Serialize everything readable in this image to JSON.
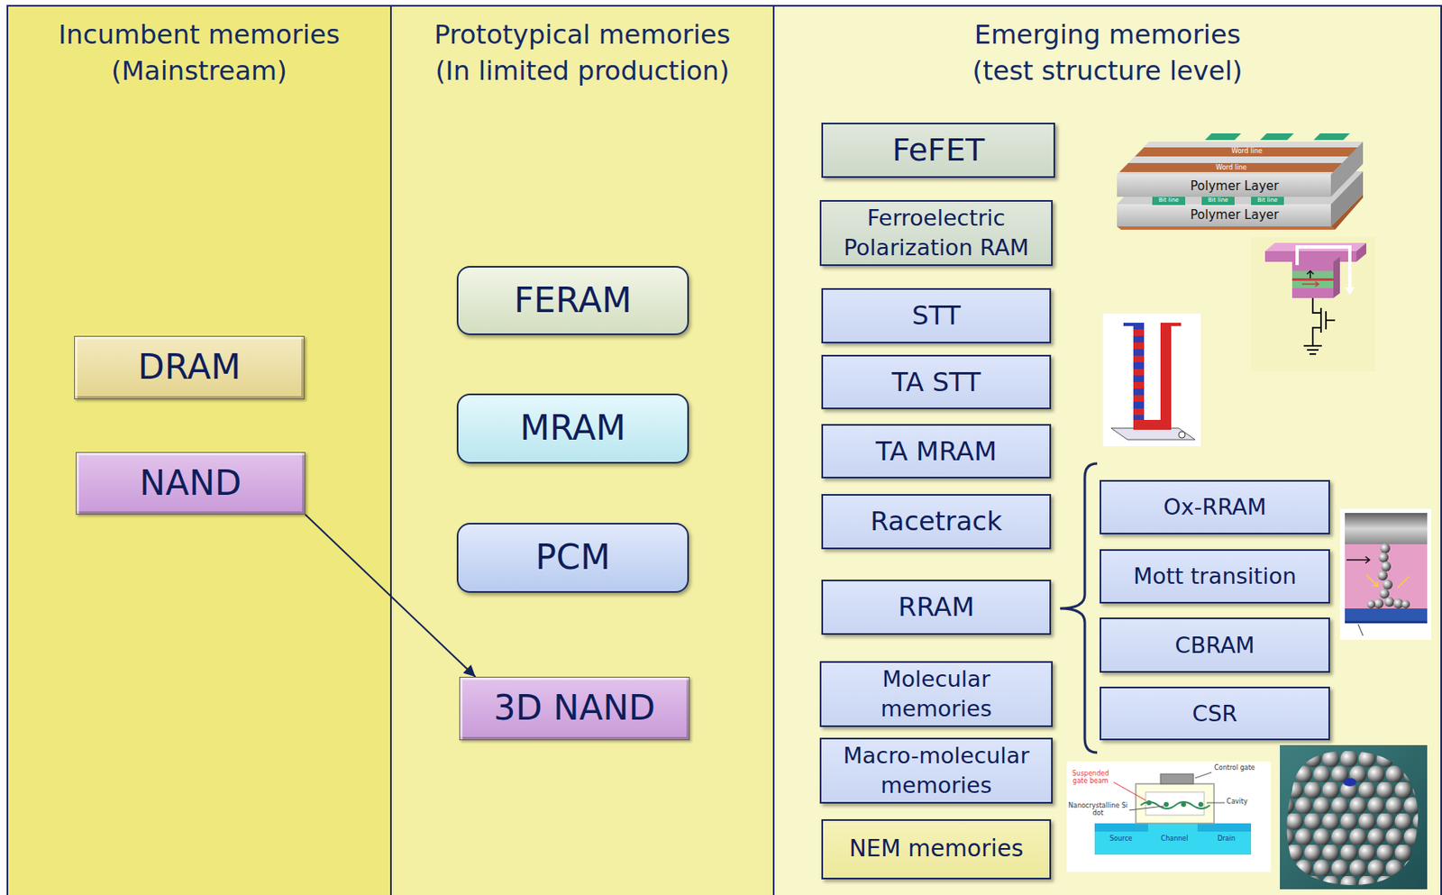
{
  "diagram": {
    "nodes": [
      {
        "text": [
          "Incumbent memories (Mainstream)"
        ]
      },
      {
        "text": [
          "DRAM"
        ],
        "in": 0
      },
      {
        "text": [
          "NAND"
        ],
        "in": 0
      },
      {
        "text": [
          "Prototypical memories (In limited production)"
        ]
      },
      {
        "text": [
          "FERAM"
        ],
        "in": 3
      },
      {
        "text": [
          "MRAM"
        ],
        "in": 3
      },
      {
        "text": [
          "PCM"
        ],
        "in": 3
      },
      {
        "text": [
          "3D NAND"
        ],
        "in": 3
      },
      {
        "text": [
          "Emerging memories (test structure level)"
        ]
      },
      {
        "text": [
          "FeFET"
        ],
        "in": 8
      },
      {
        "text": [
          "Ferroelectric Polarization RAM"
        ],
        "in": 8
      },
      {
        "text": [
          "STT"
        ],
        "in": 8
      },
      {
        "text": [
          "TA STT"
        ],
        "in": 8
      },
      {
        "text": [
          "TA MRAM"
        ],
        "in": 8
      },
      {
        "text": [
          "Racetrack"
        ],
        "in": 8
      },
      {
        "text": [
          "RRAM"
        ],
        "in": 8
      },
      {
        "text": [
          "Ox-RRAM"
        ],
        "in": 8
      },
      {
        "text": [
          "Mott transition"
        ],
        "in": 8
      },
      {
        "text": [
          "CBRAM"
        ],
        "in": 8
      },
      {
        "text": [
          "CSR"
        ],
        "in": 8
      },
      {
        "text": [
          "Molecular memories"
        ],
        "in": 8
      },
      {
        "text": [
          "Macro-molecular memories"
        ],
        "in": 8
      },
      {
        "text": [
          "NEM memories"
        ],
        "in": 8
      }
    ],
    "edges": [
      {
        "from": 2,
        "to": 7,
        "arrow": "to"
      }
    ],
    "labels": [
      "Word line",
      "Word line",
      "Polymer Layer",
      "Bit line",
      "Bit line",
      "Bit line",
      "Polymer Layer",
      "Suspended gate beam",
      "Control gate",
      "Nanocrystalline Si dot",
      "Cavity",
      "Source",
      "Channel",
      "Drain"
    ]
  }
}
